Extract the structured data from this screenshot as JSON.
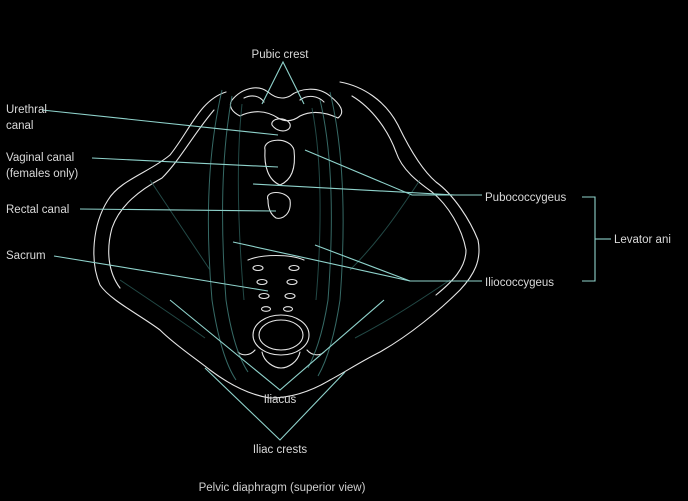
{
  "labels": {
    "pubic_crest": "Pubic crest",
    "urethral_canal_line1": "Urethral",
    "urethral_canal_line2": "canal",
    "vaginal_canal_line1": "Vaginal canal",
    "vaginal_canal_line2": "(females only)",
    "rectal_canal": "Rectal canal",
    "sacrum": "Sacrum",
    "pubococcygeus": "Pubococcygeus",
    "levator_ani": "Levator ani",
    "iliococcygeus": "Iliococcygeus",
    "iliacus": "Iliacus",
    "iliac_crests": "Iliac crests"
  },
  "caption": "Pelvic diaphragm (superior view)",
  "colors": {
    "background": "#000000",
    "outline": "#e6e6e6",
    "leader_lines": "#8fd3cc",
    "muscle": "#3f7d78"
  }
}
